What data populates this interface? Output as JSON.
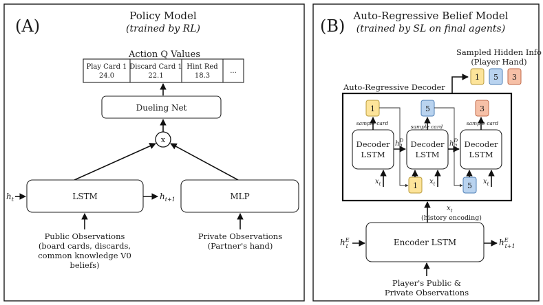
{
  "colors": {
    "yellow": "#fde49a",
    "blue": "#b9d3ef",
    "salmon": "#f6c0a7",
    "yellow_stroke": "#b89a3a",
    "blue_stroke": "#4e7fb6",
    "salmon_stroke": "#c06a4a"
  },
  "panel_a": {
    "tag": "(A)",
    "title": "Policy Model",
    "subtitle": "(trained by RL)",
    "action_header": "Action Q Values",
    "actions": [
      {
        "label": "Play Card 1",
        "value": "24.0"
      },
      {
        "label": "Discard Card 1",
        "value": "22.1"
      },
      {
        "label": "Hint Red",
        "value": "18.3"
      },
      {
        "label": "...",
        "value": ""
      }
    ],
    "dueling": "Dueling Net",
    "mult": "x",
    "lstm": "LSTM",
    "mlp": "MLP",
    "h_in": "h",
    "h_in_sub": "t",
    "h_out": "h",
    "h_out_sub": "t+1",
    "public_obs": [
      "Public Observations",
      "(board cards, discards,",
      "common knowledge V0",
      "beliefs)"
    ],
    "private_obs": [
      "Private Observations",
      "(Partner's hand)"
    ]
  },
  "panel_b": {
    "tag": "(B)",
    "title": "Auto-Regressive Belief Model",
    "subtitle": "(trained by SL on final agents)",
    "sampled_title": [
      "Sampled Hidden Info",
      "(Player Hand)"
    ],
    "cards": [
      "1",
      "5",
      "3"
    ],
    "decoder_title": "Auto-Regressive Decoder",
    "decoder_label": [
      "Decoder",
      "LSTM"
    ],
    "sample_card": "sample card",
    "h_d": "h",
    "h_d_sup": "D",
    "h_d_subs": [
      "1",
      "2"
    ],
    "x_t": "x",
    "x_t_sub": "t",
    "history": "(history encoding)",
    "encoder": "Encoder LSTM",
    "he_in": "h",
    "he_in_sub": "t",
    "he_in_sup": "E",
    "he_out": "h",
    "he_out_sub": "t+1",
    "he_out_sup": "E",
    "obs": [
      "Player's Public &",
      "Private Observations"
    ]
  }
}
